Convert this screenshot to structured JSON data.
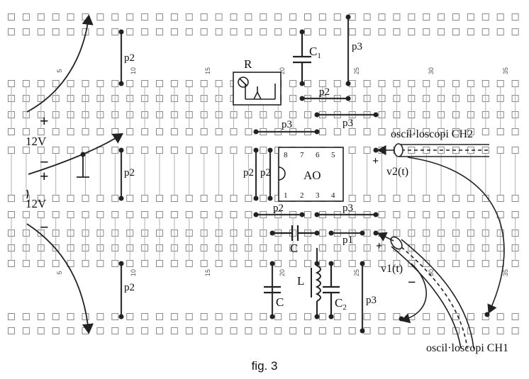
{
  "caption": "fig. 3",
  "column_numbers": [
    "5",
    "10",
    "15",
    "20",
    "25",
    "30",
    "35"
  ],
  "sources": {
    "top": {
      "voltage": "12V",
      "plus": "+",
      "minus": "−"
    },
    "bottom": {
      "voltage": "12V",
      "plus": "+",
      "minus": "−"
    }
  },
  "components": {
    "resistor": "R",
    "capacitor_c1": "C",
    "capacitor_c1_sub": "1",
    "capacitor_c2": "C",
    "capacitor_c2_sub": "2",
    "capacitor_c_left": "C",
    "capacitor_c_mid": "C",
    "inductor": "L",
    "opamp": "AO",
    "opamp_pins_top": [
      "8",
      "7",
      "6",
      "5"
    ],
    "opamp_pins_bottom": [
      "1",
      "2",
      "3",
      "4"
    ]
  },
  "wires": {
    "p2_a": "p2",
    "p2_b": "p2",
    "p2_c": "p2",
    "p2_d": "p2",
    "p2_e": "p2",
    "p2_f": "p2",
    "p2_g": "p2",
    "p3_a": "p3",
    "p3_b": "p3",
    "p3_c": "p3",
    "p3_d": "p3",
    "p3_e": "p3",
    "p1": "p1"
  },
  "probes": {
    "ch2": "oscil·loscopi CH2",
    "ch1": "oscil·loscopi CH1",
    "v2": "v2(t)",
    "v1": "v1(t)",
    "v2_plus": "+",
    "v1_plus": "+",
    "v1_minus": "−"
  }
}
